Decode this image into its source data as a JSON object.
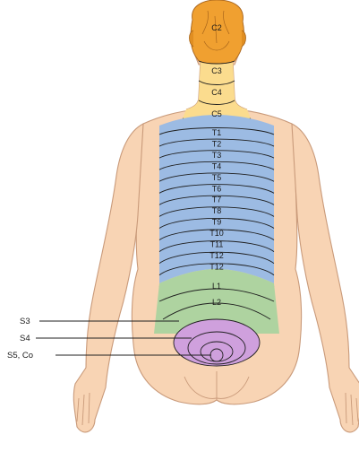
{
  "dermatomes": {
    "cervical": {
      "c2": "C2",
      "c3": "C3",
      "c4": "C4",
      "c5": "C5"
    },
    "thoracic": [
      "T1",
      "T2",
      "T3",
      "T4",
      "T5",
      "T6",
      "T7",
      "T8",
      "T9",
      "T10",
      "T11",
      "T12",
      "T12"
    ],
    "lumbar": [
      "L1",
      "L2"
    ],
    "sacral_callouts": {
      "s3": "S3",
      "s4": "S4",
      "s5co": "S5, Co"
    }
  },
  "colors": {
    "skin": "#f8d4b4",
    "skin_outline": "#c99a7a",
    "c2": "#f0a030",
    "cervical": "#fbdc8e",
    "thoracic": "#9cbbe3",
    "lumbar": "#aed3a0",
    "sacral": "#cfa0dd",
    "line": "#1f1f1f"
  }
}
